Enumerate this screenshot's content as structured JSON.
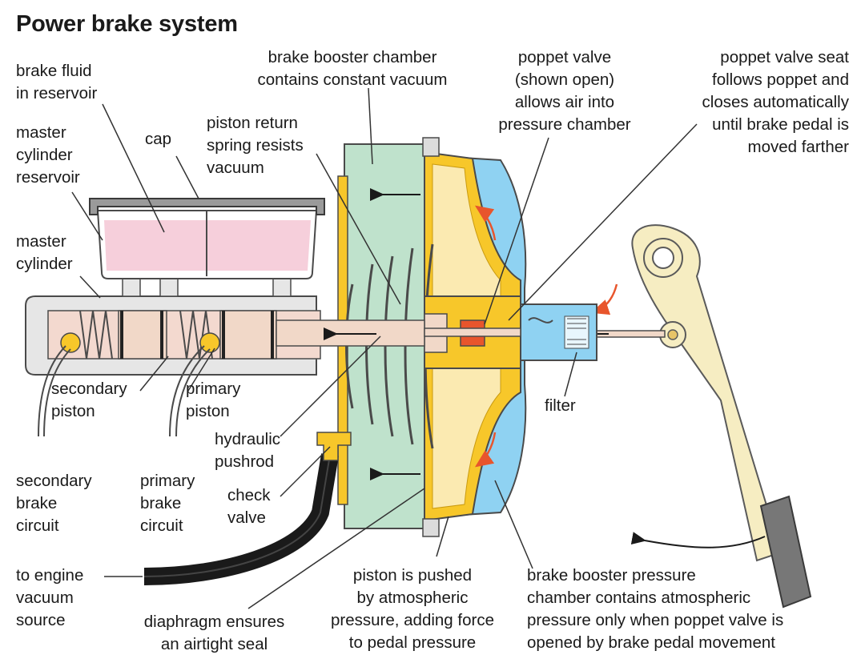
{
  "title": "Power brake system",
  "colors": {
    "reservoir_fluid": "#f6cfdb",
    "reservoir_body": "#ffffff",
    "cap": "#9a9a9a",
    "cylinder_outline": "#4a4a4a",
    "cylinder_bore": "#f3d9cf",
    "piston": "#f1d8c8",
    "vacuum_chamber": "#bfe2cc",
    "pressure_chamber": "#8fd2f2",
    "diaphragm": "#f7c72a",
    "diaphragm_light": "#fbeab1",
    "pedal": "#f6edc2",
    "pedal_pad": "#777777",
    "hose": "#1a1a1a",
    "air_arrow": "#e8552c",
    "leader": "#333333"
  },
  "labels": {
    "brake_fluid": "brake fluid\nin reservoir",
    "master_reservoir": "master\ncylinder\nreservoir",
    "cap": "cap",
    "master_cylinder": "master\ncylinder",
    "return_spring": "piston return\nspring resists\nvacuum",
    "booster_chamber": "brake booster chamber\ncontains constant vacuum",
    "poppet_valve": "poppet valve\n(shown open)\nallows air into\npressure chamber",
    "poppet_seat": "poppet valve seat\nfollows poppet and\ncloses automatically\nuntil brake pedal is\nmoved farther",
    "secondary_piston": "secondary\npiston",
    "primary_piston": "primary\npiston",
    "hydraulic_pushrod": "hydraulic\npushrod",
    "filter": "filter",
    "secondary_circuit": "secondary\nbrake\ncircuit",
    "primary_circuit": "primary\nbrake\ncircuit",
    "check_valve": "check\nvalve",
    "engine_vacuum": "to engine\nvacuum\nsource",
    "diaphragm_seal": "diaphragm ensures\nan airtight seal",
    "piston_pushed": "piston is pushed\nby atmospheric\npressure, adding force\nto pedal pressure",
    "pressure_chamber": "brake booster pressure\nchamber contains atmospheric\npressure only when poppet valve is\nopened by brake pedal movement"
  }
}
